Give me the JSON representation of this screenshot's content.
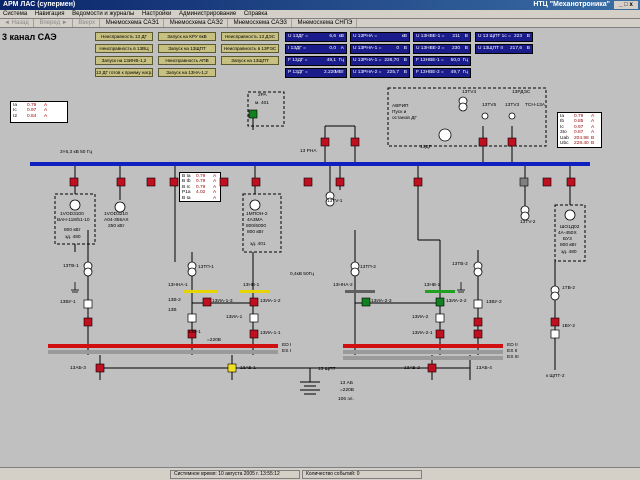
{
  "window": {
    "title": "АРМ ЛАС (супермен)",
    "company": "НТЦ \"Механотроника\"",
    "controls": "_ □ x"
  },
  "menu": [
    "Система",
    "Навигация",
    "Ведомости и журналы",
    "Настройки",
    "Администрирование",
    "Справка"
  ],
  "tabs": {
    "back": "◄ Назад",
    "forward": "Вперед ►",
    "home": "Вверх",
    "items": [
      "Мнемосхема САЭ1",
      "Мнемосхема САЭ2",
      "Мнемосхема САЭ3",
      "Мнемосхема СНПЭ"
    ]
  },
  "page_title": "3 канал САЭ",
  "buttons": [
    "Неисправность 13 ДГ",
    "Запуск на КРУ 6кВ",
    "Неисправность 13 ДЭС",
    "Запуск на 13ЩПТ",
    "Неисправность в 13ВЦ",
    "Неисправность в 13РЭС",
    "Запуск на 13ИНВ-1,2",
    "Неисправность АПВ",
    "13 ДГ готов к приему нагр.",
    "Запуск на 13НА-1,2",
    "Запуск на 13ЩПТ"
  ],
  "meters": [
    {
      "label": "U 13ДГ =",
      "value": "6,6",
      "unit": "кВ"
    },
    {
      "label": "I 13ДГ =",
      "value": "0,0",
      "unit": "А"
    },
    {
      "label": "F 13ДГ =",
      "value": "49,1",
      "unit": "Гц"
    },
    {
      "label": "P 13ДГ =",
      "value": "2.220",
      "unit": "МВт"
    },
    {
      "label": "U 13РНА =",
      "value": "",
      "unit": "кВ"
    },
    {
      "label": "U 13РНА-1 =",
      "value": "0",
      "unit": "В"
    },
    {
      "label": "U 13РНА-1 =",
      "value": "226,70",
      "unit": "В"
    },
    {
      "label": "U 13РНА-2 =",
      "value": "225,7",
      "unit": "В"
    },
    {
      "label": "U 13НВЕ-1 =",
      "value": "211",
      "unit": "В"
    },
    {
      "label": "U 13НВЕ-2 =",
      "value": "230",
      "unit": "В"
    },
    {
      "label": "F 13НВЕ-1 =",
      "value": "50,0",
      "unit": "Гц"
    },
    {
      "label": "F 13НВЕ-2 =",
      "value": "49,7",
      "unit": "Гц"
    },
    {
      "label": "U 13 ЩПТ 1с =",
      "value": "223",
      "unit": "В"
    },
    {
      "label": "U 13ЩПТ II",
      "value": "217,6",
      "unit": "В"
    }
  ],
  "info_left": [
    [
      "Ia",
      "0.79",
      "А"
    ],
    [
      "Ic",
      "0.97",
      "А"
    ],
    [
      "I2",
      "0.84",
      "А"
    ]
  ],
  "info_mid": [
    [
      "B Ia",
      "0.79",
      "А"
    ],
    [
      "B Ib",
      "0.79",
      "А"
    ],
    [
      "B Ic",
      "0.79",
      "А"
    ],
    [
      "P1a",
      "4.02",
      "А"
    ],
    [
      "B Ia",
      "",
      "А"
    ]
  ],
  "info_right": [
    [
      "Ia",
      "0.79",
      "А"
    ],
    [
      "Ib",
      "0.85",
      "А"
    ],
    [
      "Ic",
      "0.97",
      "А"
    ],
    [
      "3Io",
      "0.87",
      "А"
    ],
    [
      "Uab",
      "204.98",
      "В"
    ],
    [
      "Ubc",
      "228.40",
      "В"
    ]
  ],
  "labels": {
    "bus_main": "13 РНА",
    "d2pa": "2РА",
    "d2pa_sub": "м. 401",
    "avrip": "АВРИП",
    "avrip2": "Пуск и",
    "avrip3": "останов ДГ",
    "tv4": "13TV4",
    "rdes": "13РДЭС",
    "tv5": "13TV5",
    "tv3": "13TV3",
    "tch": "ТСН-13А",
    "d13dg": "13ДГ",
    "feed1": "3×6,3 кВ 50 Гц",
    "m1_a": "1VOD3100",
    "m1_b": "ВАН-118/51-10",
    "m1_c": "800 кВт",
    "m1_d": "зд. 480",
    "m2_a": "1VOD3210",
    "m2_b": "А04-355АХ",
    "m2_c": "250 кВт",
    "m3_a": "1МПОН-2",
    "m3_b": "4А3МА",
    "m3_c": "800/6000",
    "m3_d": "800 кВт",
    "m3_e": "зд. 401",
    "tv1": "13TV-1",
    "tv2": "13TV-2",
    "m4_a": "ШО1Д02",
    "m4_b": "4А-450Х",
    "m4_c": "БУ3",
    "m4_d": "800 кВт",
    "m4_e": "зд. 480",
    "tv_1": "13TB-1",
    "tvu1": "13ВУ-1",
    "tp1": "13ТП-1",
    "tp2": "13ТП-2",
    "tv_2": "13TB-2",
    "tvu2": "13ВУ-2",
    "freq": "0,4кВ 50Гц",
    "nna1": "13ННА-1",
    "nna2": "13ННА-2",
    "nnb1": "13НВ-1",
    "nnb2": "13НВ-2",
    "b2": "13В-2",
    "b3": "13В",
    "b1": "13В-1",
    "zia13": "13ИА-1-3",
    "zia12": "13ИА-1-2",
    "zia1": "13ИА-1",
    "zia11": "13ИА-1-1",
    "v220": "=220В",
    "zia23": "13ИА-2-3",
    "zia22": "13ИА-2-2",
    "zia2": "13ИА-2",
    "zia21": "13ИА-2-1",
    "ed1": "ED I",
    "es1": "ES I",
    "ed2": "ED II",
    "es2": "ES II",
    "es3": "ES III",
    "ab3": "13АБ-3",
    "ab1": "13АБ-1",
    "ab2": "13АБ-2",
    "ab4": "13АБ-4",
    "shpt": "13 ЩПТ",
    "bat_a": "13 АБ",
    "bat_b": "=220В",
    "bat_c": "106 эл.",
    "tv_r": "1ТВ-2",
    "vu_r": "1ВУ-2",
    "shpt2": "к ЩПТ-2"
  },
  "status": {
    "time": "Системное время: 10 августа 2005 г. 13:55:12",
    "events": "Количество событий: 0"
  },
  "colors": {
    "bus_blue": "#1020c0",
    "bus_red": "#d01010",
    "breaker_red": "#c01020",
    "breaker_green": "#108020",
    "meter_bg": "#1a1c8c",
    "button_bg": "#c8c080"
  }
}
